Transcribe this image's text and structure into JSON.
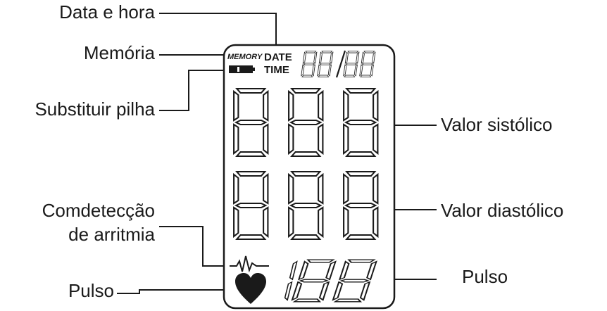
{
  "labels": {
    "date_time": "Data e hora",
    "memory": "Memória",
    "battery": "Substituir pilha",
    "arrhythmia_line1": "Comdetecção",
    "arrhythmia_line2": "de arritmia",
    "pulse_left": "Pulso",
    "systolic": "Valor sistólico",
    "diastolic": "Valor diastólico",
    "pulse_right": "Pulso"
  },
  "lcd": {
    "memory_text": "MEMORY",
    "date_text": "DATE",
    "time_text": "TIME",
    "datetime_digits": "88/88",
    "systolic_digits": "888",
    "diastolic_digits": "888",
    "pulse_digits": "188"
  },
  "colors": {
    "ink": "#1a1a1a",
    "background": "#ffffff"
  },
  "icons": {
    "arrhythmia": "ecg-wave-icon",
    "heart": "heart-icon",
    "battery": "battery-icon"
  }
}
